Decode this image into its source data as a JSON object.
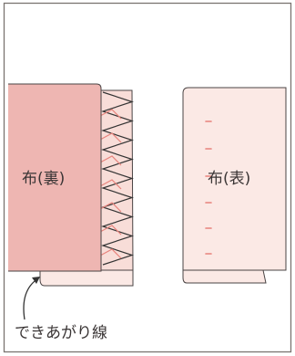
{
  "labels": {
    "fabric_back": "布(裏)",
    "fabric_front": "布(表)",
    "finished_line": "できあがり線"
  },
  "colors": {
    "frame": "#7a7470",
    "back_fill": "#eeb6b2",
    "front_fill": "#fbe9e5",
    "outline": "#4a4444",
    "zigzag": "#333333",
    "stitch": "#e8837c",
    "text": "#3a3535"
  }
}
